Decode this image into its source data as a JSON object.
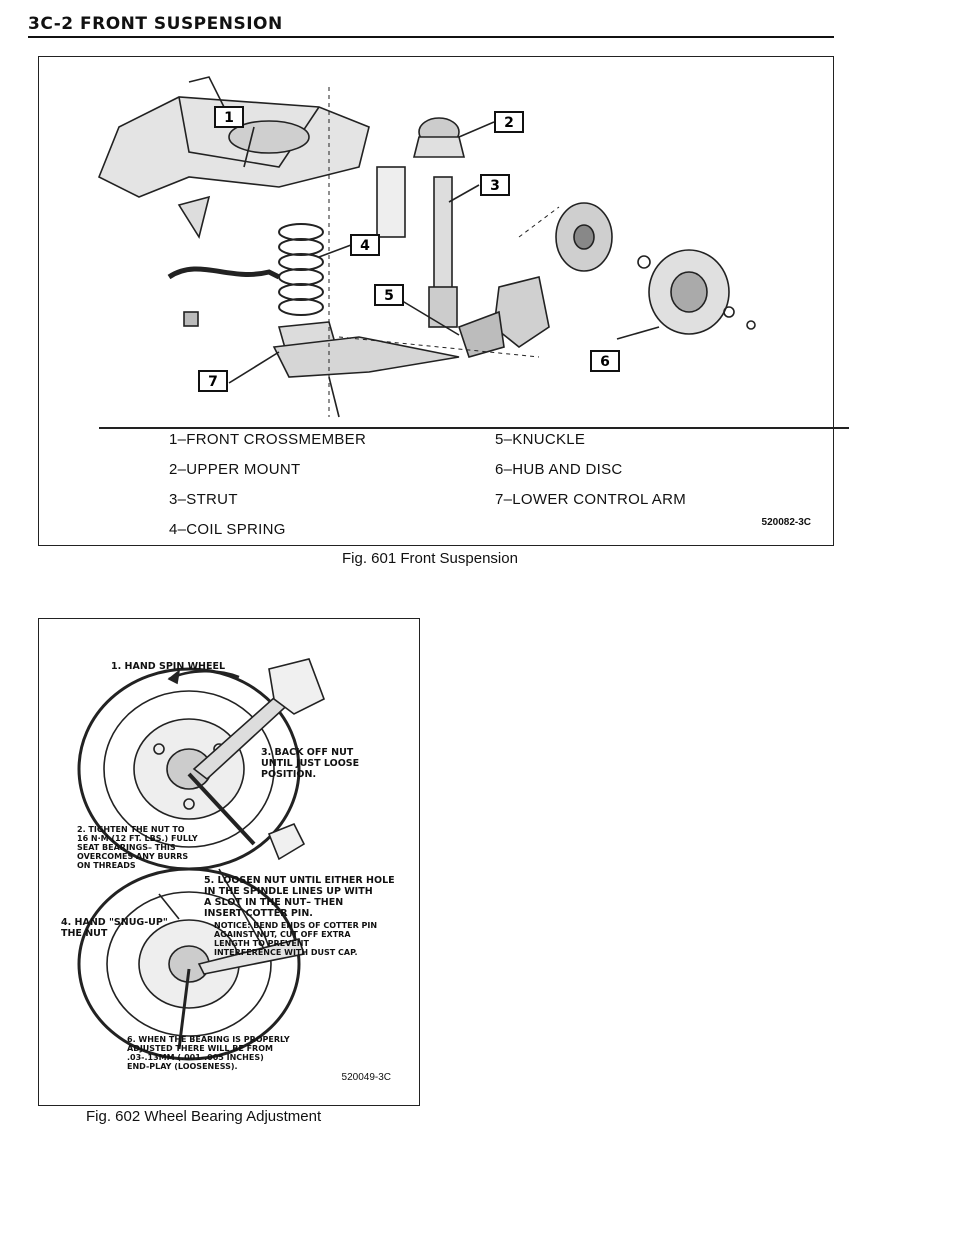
{
  "header": {
    "title": "3C-2 FRONT SUSPENSION"
  },
  "figure1": {
    "callouts": [
      "1",
      "2",
      "3",
      "4",
      "5",
      "6",
      "7"
    ],
    "legend": [
      "1–FRONT CROSSMEMBER",
      "2–UPPER MOUNT",
      "3–STRUT",
      "4–COIL SPRING",
      "5–KNUCKLE",
      "6–HUB AND DISC",
      "7–LOWER CONTROL ARM"
    ],
    "code": "520082-3C",
    "caption": "Fig. 601 Front Suspension"
  },
  "figure2": {
    "steps": {
      "s1": "1. HAND SPIN WHEEL",
      "s2": "2. TIGHTEN THE NUT TO\n16 N·m (12 FT. LBS.) FULLY\nSEAT BEARINGS– THIS\nOVERCOMES ANY BURRS\nON THREADS",
      "s3": "3. BACK OFF NUT\nUNTIL JUST LOOSE\nPOSITION.",
      "s4": "4. HAND \"SNUG-UP\"\nTHE NUT",
      "s5": "5. LOOSEN NUT UNTIL EITHER HOLE\nIN THE SPINDLE LINES UP WITH\nA SLOT IN THE NUT– THEN\nINSERT COTTER PIN.",
      "notice": "NOTICE: BEND ENDS OF COTTER PIN\nAGAINST NUT, CUT OFF EXTRA\nLENGTH TO PREVENT\nINTERFERENCE WITH DUST CAP.",
      "s6": "6. WHEN THE BEARING IS PROPERLY\nADJUSTED THERE WILL BE FROM\n.03-.13mm (.001-.005 INCHES)\nEND-PLAY (LOOSENESS)."
    },
    "code": "520049-3C",
    "caption": "Fig. 602 Wheel Bearing Adjustment"
  }
}
